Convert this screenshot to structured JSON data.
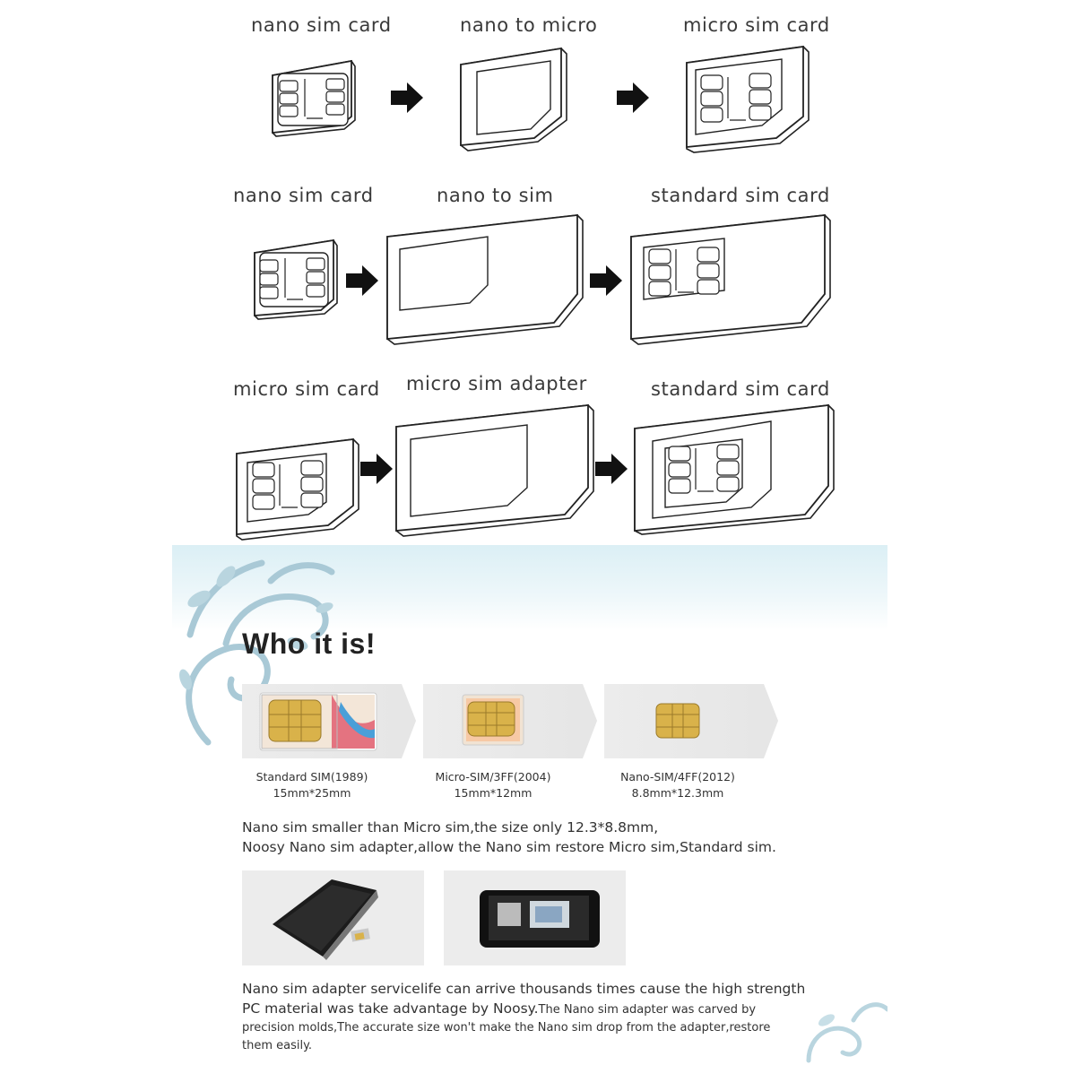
{
  "diagram": {
    "rows": [
      {
        "labels": [
          "nano sim card",
          "nano to micro",
          "micro sim card"
        ]
      },
      {
        "labels": [
          "nano sim card",
          "nano to sim",
          "standard sim card"
        ]
      },
      {
        "labels": [
          "micro sim card",
          "micro sim adapter",
          "standard sim card"
        ]
      }
    ]
  },
  "info": {
    "heading": "Who it is!",
    "cards": [
      {
        "name": "Standard SIM(1989)",
        "size": "15mm*25mm"
      },
      {
        "name": "Micro-SIM/3FF(2004)",
        "size": "15mm*12mm"
      },
      {
        "name": "Nano-SIM/4FF(2012)",
        "size": "8.8mm*12.3mm"
      }
    ],
    "para1_line1": "Nano sim smaller than Micro sim,the size only 12.3*8.8mm,",
    "para1_line2": "Noosy Nano sim adapter,allow the Nano sim restore Micro sim,Standard sim.",
    "para2_line1": "Nano sim adapter servicelife can arrive thousands times cause the high strength",
    "para2_line2a": "PC material was take advantage by Noosy.",
    "para2_line2b": "The Nano sim adapter was carved by",
    "para2_line3": "precision molds,The accurate size won't make the Nano sim drop from the adapter,restore",
    "para2_line4": "them easily."
  },
  "colors": {
    "band": "#dbeff5",
    "swirl": "#a9c9d6",
    "chip_gold": "#d9b24a",
    "tile": "#e6e6e6"
  }
}
